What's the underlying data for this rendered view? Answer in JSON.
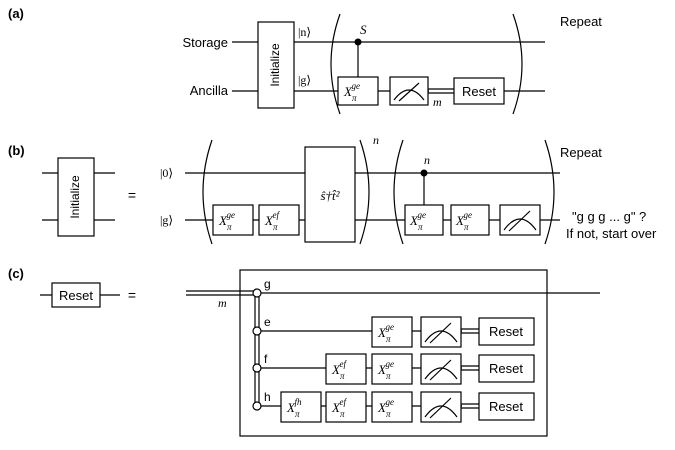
{
  "panel_labels": {
    "a": "(a)",
    "b": "(b)",
    "c": "(c)"
  },
  "a": {
    "storage": "Storage",
    "ancilla": "Ancilla",
    "initialize": "Initialize",
    "ket_n": "|n⟩",
    "ket_g": "|g⟩",
    "s": "S",
    "x": "X",
    "x_sub": "π",
    "x_sup": "ge",
    "m": "m",
    "reset": "Reset",
    "repeat": "Repeat"
  },
  "b": {
    "initialize": "Initialize",
    "equals": "=",
    "ket_0": "|0⟩",
    "ket_g": "|g⟩",
    "x": "X",
    "x_sub": "π",
    "gate1_sup": "ge",
    "gate2_sup": "ef",
    "sideband": "ŝ†t̂²",
    "n_exp": "n",
    "n_ctrl": "n",
    "gate3_sup": "ge",
    "gate4_sup": "ge",
    "repeat": "Repeat",
    "check": "\"g g g ... g\" ?",
    "start_over": "If not, start over"
  },
  "c": {
    "reset": "Reset",
    "equals": "=",
    "m": "m",
    "g": "g",
    "e": "e",
    "f": "f",
    "h": "h",
    "x": "X",
    "x_sub": "π",
    "fh": "fh",
    "ef": "ef",
    "ge": "ge",
    "reset_e": "Reset",
    "reset_f": "Reset",
    "reset_h": "Reset"
  }
}
